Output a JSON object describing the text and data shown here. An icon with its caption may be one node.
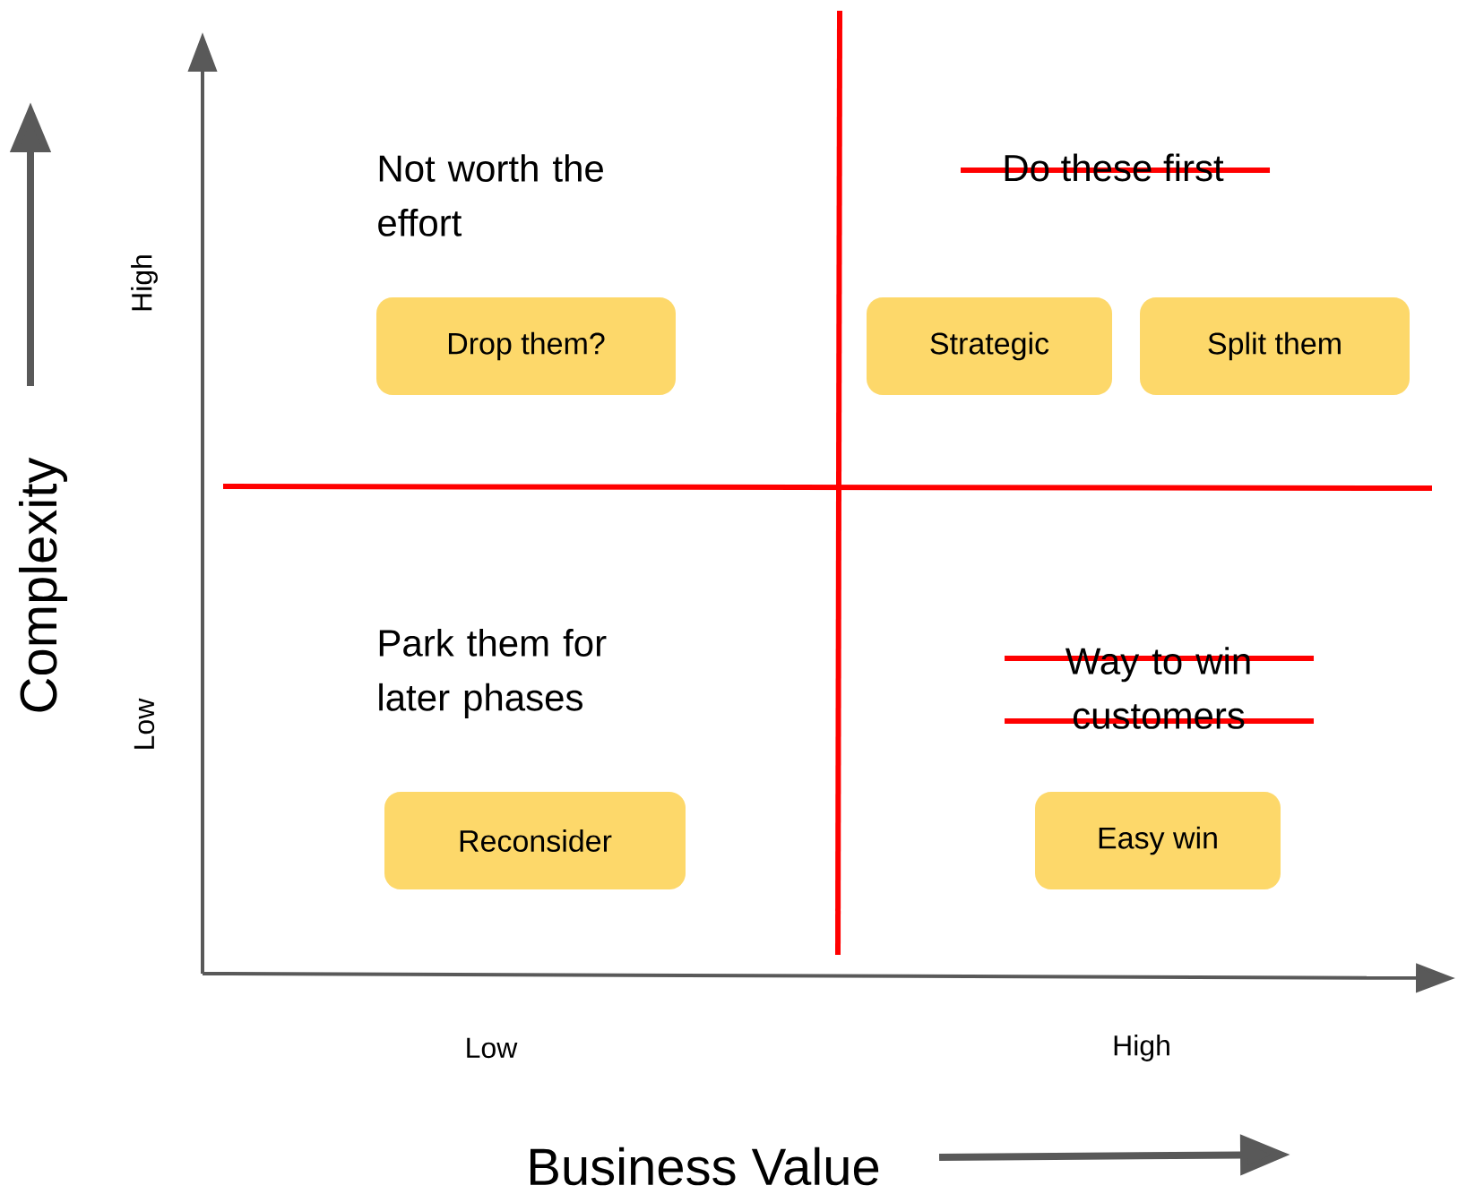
{
  "diagram": {
    "nodes": [
      {
        "text": [
          "Drop them?"
        ]
      },
      {
        "text": [
          "Strategic"
        ]
      },
      {
        "text": [
          "Split them"
        ]
      },
      {
        "text": [
          "Reconsider"
        ]
      },
      {
        "text": [
          "Easy win"
        ]
      }
    ],
    "labels": [
      "High",
      "Not worth the effort",
      "Do these first",
      "Park them for later phases",
      "Low",
      "Way to win customers",
      "Complexity",
      "Low",
      "High",
      "Business Value"
    ]
  }
}
